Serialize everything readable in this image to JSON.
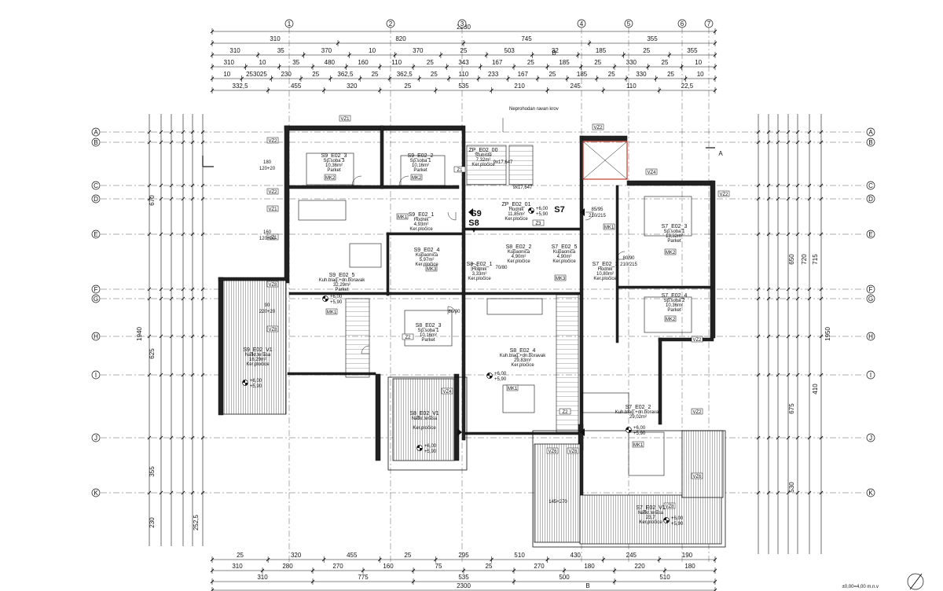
{
  "dims_top": {
    "r1": [
      "2230"
    ],
    "r2": [
      "310",
      "820",
      "745",
      "355"
    ],
    "r3": [
      "310",
      "35",
      "370",
      "10",
      "370",
      "25",
      "503",
      "32",
      "185",
      "25",
      "355"
    ],
    "r4": [
      "310",
      "10",
      "35",
      "480",
      "160",
      "110",
      "25",
      "343",
      "167",
      "25",
      "185",
      "25",
      "330",
      "25",
      "10"
    ],
    "r5": [
      "10",
      "253025",
      "230",
      "25",
      "362,5",
      "25",
      "362,5",
      "25",
      "110",
      "233",
      "167",
      "25",
      "185",
      "25",
      "330",
      "25",
      "10"
    ],
    "r6": [
      "332,5",
      "455",
      "320",
      "25",
      "535",
      "210",
      "245",
      "110",
      "22,5"
    ]
  },
  "dims_bottom": {
    "r1": [
      "25",
      "320",
      "455",
      "25",
      "295",
      "510",
      "430",
      "245",
      "190"
    ],
    "r2": [
      "310",
      "280",
      "270",
      "160",
      "75",
      "25",
      "270",
      "180",
      "220",
      "180"
    ],
    "r3": [
      "310",
      "775",
      "535",
      "500",
      "510"
    ],
    "r4": [
      "2300"
    ]
  },
  "dims_left": [
    "1940",
    "670",
    "625",
    "355",
    "230",
    "252,5"
  ],
  "dims_right": [
    "1950",
    "715",
    "720",
    "650",
    "675",
    "530",
    "410"
  ],
  "axes": [
    "A",
    "B",
    "C",
    "D",
    "E",
    "F",
    "G",
    "H",
    "I",
    "J",
    "K"
  ],
  "col_axes": [
    "1",
    "2",
    "3",
    "4",
    "5",
    "6",
    "7"
  ],
  "section_marks": [
    "B",
    "A"
  ],
  "units": [
    {
      "code": "S9",
      "name": "S9"
    },
    {
      "code": "S8",
      "name": "S8"
    },
    {
      "code": "S7",
      "name": "S7"
    }
  ],
  "rooms": [
    {
      "id": "S9_E02_3",
      "name": "Sp.soba 3",
      "area": "10,36m²",
      "floor": "Parket"
    },
    {
      "id": "S9_E02_2",
      "name": "Sp.soba 1",
      "area": "10,16m²",
      "floor": "Parket"
    },
    {
      "id": "ZP_E02_00",
      "name": "Stubište",
      "area": "7,32m²",
      "floor": "Ker.pločice"
    },
    {
      "id": "ZP_E02_01",
      "name": "Hodnik",
      "area": "11,85m²",
      "floor": "Ker.pločice"
    },
    {
      "id": "S9_E02_1",
      "name": "Hodnik",
      "area": "4,93m²",
      "floor": "Ker.pločice"
    },
    {
      "id": "S9_E02_4",
      "name": "Kupaonica",
      "area": "5,97m²",
      "floor": "Ker.pločice"
    },
    {
      "id": "S8_E02_1",
      "name": "Hodnik",
      "area": "3,33m²",
      "floor": "Ker.pločice"
    },
    {
      "id": "S8_E02_2",
      "name": "Kupaonica",
      "area": "4,90m²",
      "floor": "Ker.pločice"
    },
    {
      "id": "S7_E02_5",
      "name": "Kupaonica",
      "area": "4,90m²",
      "floor": "Ker.pločice"
    },
    {
      "id": "S7_E02_1",
      "name": "Hodnik",
      "area": "10,80m²",
      "floor": "Ker.pločice"
    },
    {
      "id": "S7_E02_3",
      "name": "Sp.soba 1",
      "area": "13,32m²",
      "floor": "Parket"
    },
    {
      "id": "S7_E02_4",
      "name": "Sp.soba 2",
      "area": "10,36m²",
      "floor": "Parket"
    },
    {
      "id": "S9_E02_5",
      "name": "Kuh.blag.+dn.boravak",
      "area": "32,29m²",
      "floor": "Parket"
    },
    {
      "id": "S8_E02_3",
      "name": "Sp.soba 1",
      "area": "10,16m²",
      "floor": "Parket"
    },
    {
      "id": "S8_E02_4",
      "name": "Kuh.blag.+dn.boravak",
      "area": "29,83m²",
      "floor": "Ker.pločice"
    },
    {
      "id": "S9_E02_V1",
      "name": "Natkr.terasa",
      "area": "16,29m²",
      "floor": "Ker.pločice"
    },
    {
      "id": "S8_E02_V1",
      "name": "Natkr.terasa",
      "area": "",
      "floor": "Ker.pločice"
    },
    {
      "id": "S7_E02_2",
      "name": "Kuh.blag.+dn.boravak",
      "area": "29,02m²",
      "floor": ""
    },
    {
      "id": "S7_E02_V1",
      "name": "Natkr.terasa",
      "area": "23,7",
      "floor": "Ker.pločice"
    }
  ],
  "levels": {
    "top": "+6,00",
    "bottom": "+5,90"
  },
  "labels": {
    "roof_note": "Neprohodan ravan krov",
    "elevation": "±0,00=4,00 m.n.v",
    "stair": "9x17,647",
    "stair_b": "9x17,647"
  },
  "window_tags": [
    "VZ1",
    "VZ2",
    "VZ4",
    "VZ6",
    "VZ8",
    "MK1",
    "MK2",
    "MK3",
    "Z1",
    "Z2",
    "Z3"
  ],
  "openings": [
    "180\n120+20",
    "160\n120+20",
    "90\n220+20",
    "85/95\n210/215",
    "80/90\n210/215",
    "145+270",
    "80/90",
    "70/80"
  ]
}
